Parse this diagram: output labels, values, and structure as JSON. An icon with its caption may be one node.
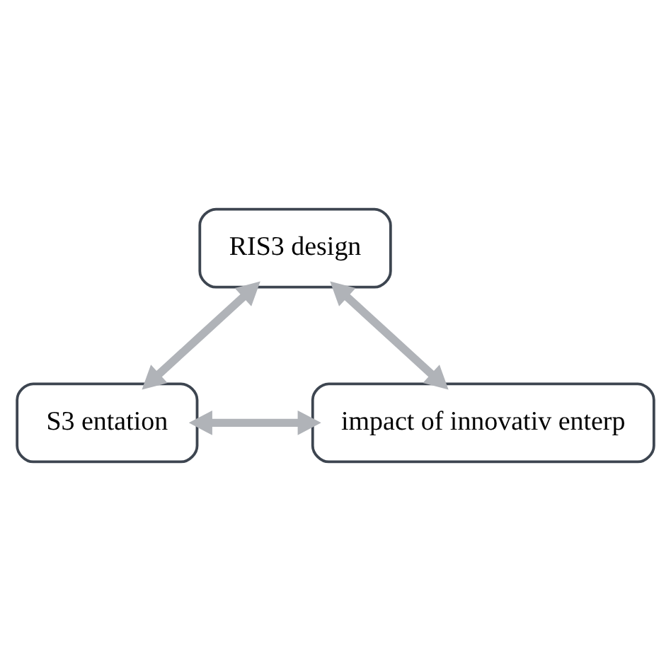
{
  "diagram": {
    "nodes": [
      {
        "text": [
          "RIS3 design"
        ]
      },
      {
        "text": [
          "S3 entation"
        ]
      },
      {
        "text": [
          "impact of innovativ enterp"
        ]
      }
    ],
    "edges": [
      {
        "from": 0,
        "to": 1,
        "arrow": "both"
      },
      {
        "from": 0,
        "to": 2,
        "arrow": "both"
      },
      {
        "from": 1,
        "to": 2,
        "arrow": "both"
      }
    ]
  }
}
